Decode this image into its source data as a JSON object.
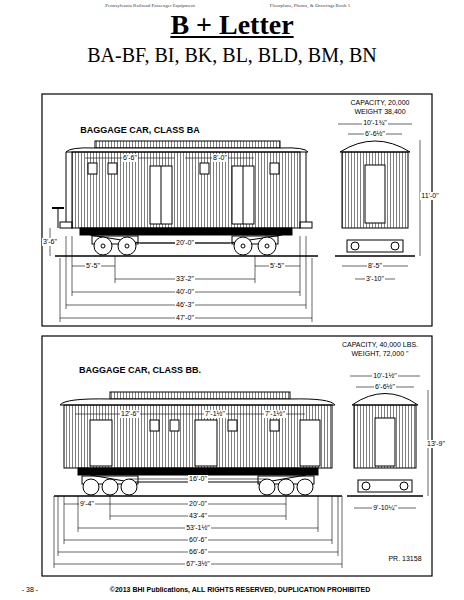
{
  "diagram": {
    "title": "B + Letter",
    "labels": [
      "Pennsylvania Railroad Passenger Equipment",
      "Floorplans, Photos, & Drawings Book 1",
      "BA-BF, BI, BK, BL, BLD, BM, BN",
      "CAPACITY, 20,000",
      "WEIGHT 38,400",
      "BAGGAGE CAR, CLASS BA",
      "6'-6\"",
      "8'-0\"",
      "20'-0\"",
      "5'-5\"",
      "5'-5\"",
      "33'-2\"",
      "40'-0\"",
      "46'-3\"",
      "47'-0\"",
      "3'-6\"",
      "10'-1¾\"",
      "6'-6½\"",
      "11'-0\"",
      "8'-5\"",
      "3'-10\"",
      "CAPACITY, 40,000 LBS.",
      "WEIGHT, 72,000 \"",
      "BAGGAGE CAR, CLASS BB.",
      "12'-6\"",
      "7'-1½\"",
      "7'-1½\"",
      "16'-0\"",
      "9'-4\"",
      "20'-0\"",
      "43'-4\"",
      "53'-1½\"",
      "60'-6\"",
      "66'-6\"",
      "67'-3½\"",
      "10'-1½\"",
      "6'-6½\"",
      "13'-9\"",
      "9'-10¼\"",
      "PR. 13158",
      "- 38 -",
      "©2013 BHI Publications, ALL RIGHTS RESERVED, DUPLICATION PROHIBITED"
    ]
  }
}
